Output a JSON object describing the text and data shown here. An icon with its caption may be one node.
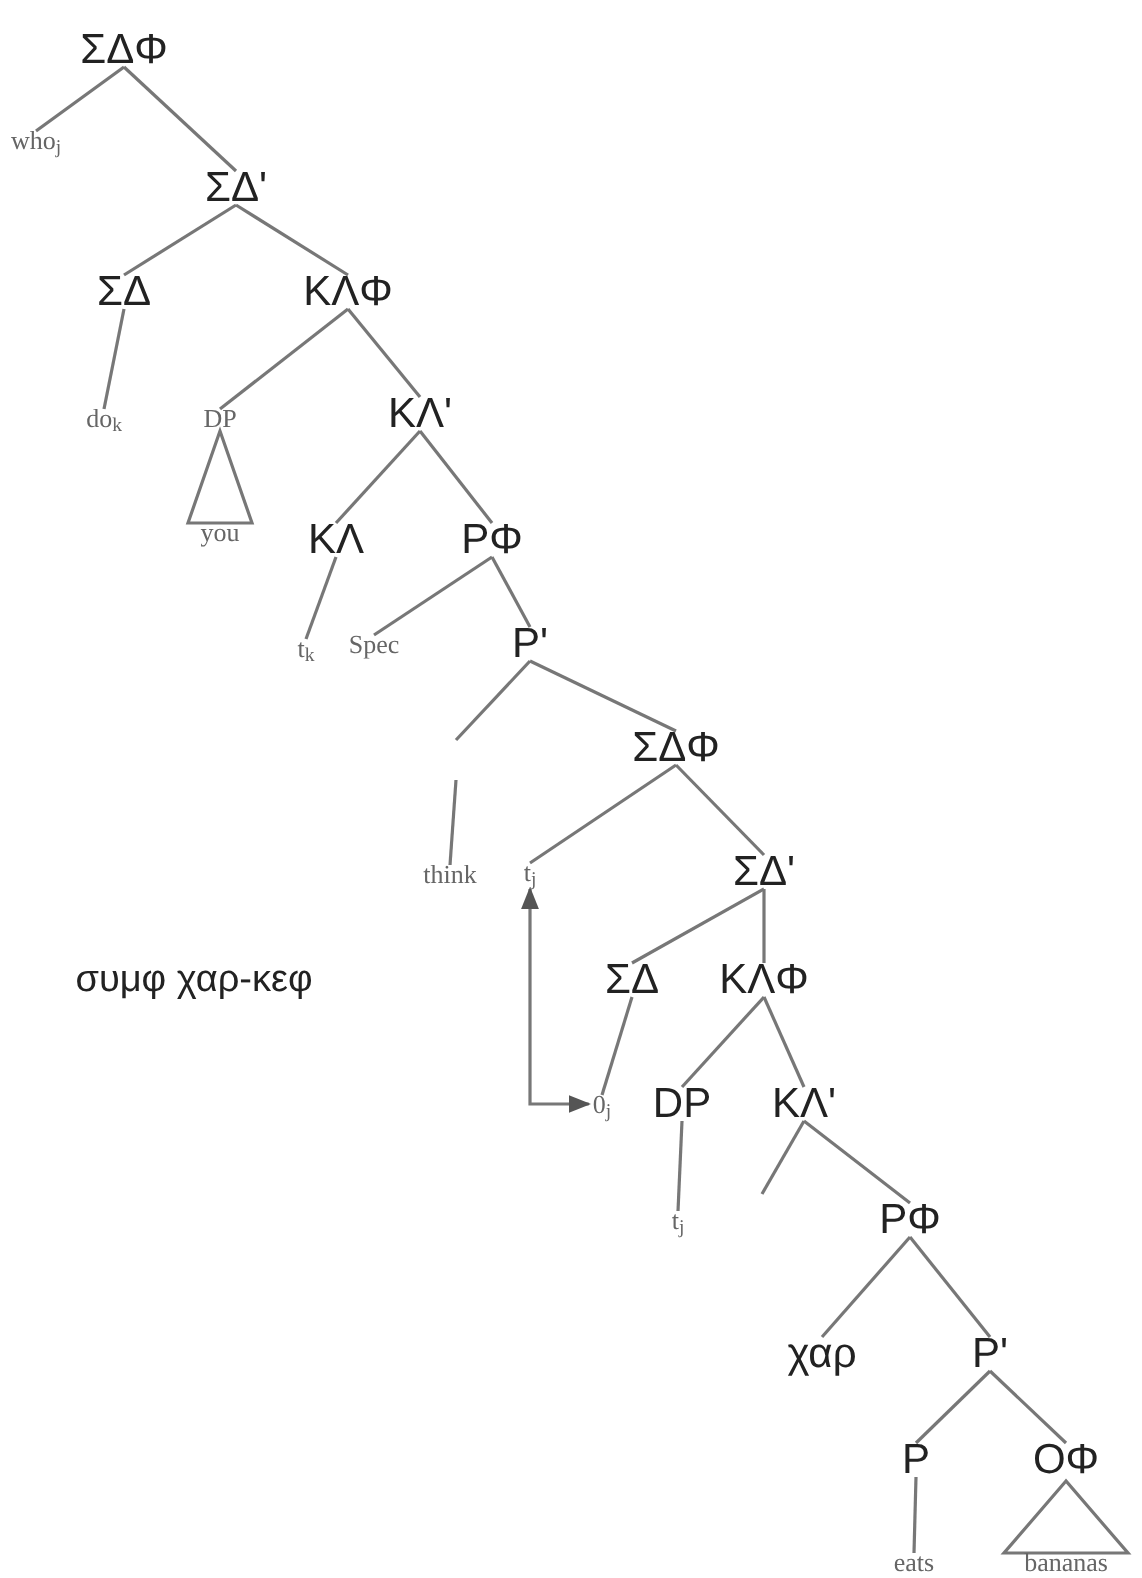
{
  "diagram": {
    "nodes": [
      {
        "text": [
          "ΣΔΦ"
        ]
      },
      {
        "text": [
          "who$_{j}$"
        ]
      },
      {
        "text": [
          "ΣΔ'"
        ]
      },
      {
        "text": [
          "ΣΔ"
        ]
      },
      {
        "text": [
          "ΚΛΦ"
        ]
      },
      {
        "text": [
          "do$_{k}$"
        ]
      },
      {
        "text": [
          "DP"
        ]
      },
      {
        "text": [
          "you"
        ]
      },
      {
        "text": [
          "ΚΛ'"
        ]
      },
      {
        "text": [
          "ΚΛ"
        ]
      },
      {
        "text": [
          "ΡΦ"
        ]
      },
      {
        "text": [
          "t$_{k}$"
        ]
      },
      {
        "text": [
          "Spec"
        ]
      },
      {
        "text": [
          "P'"
        ]
      },
      {
        "text": [
          "ΣΔΦ"
        ]
      },
      {
        "text": [
          "think"
        ]
      },
      {
        "text": [
          "t$_{j}$"
        ]
      },
      {
        "text": [
          "ΣΔ'"
        ]
      },
      {
        "text": [
          "ΣΔ"
        ]
      },
      {
        "text": [
          "ΚΛΦ"
        ]
      },
      {
        "text": [
          "0$_{j}$"
        ]
      },
      {
        "text": [
          "DP"
        ]
      },
      {
        "text": [
          "ΚΛ'"
        ]
      },
      {
        "text": [
          "t$_{j}$"
        ]
      },
      {
        "text": [
          "ΡΦ"
        ]
      },
      {
        "text": [
          "χαρ"
        ]
      },
      {
        "text": [
          "P'"
        ]
      },
      {
        "text": [
          "P"
        ]
      },
      {
        "text": [
          "ΟΦ"
        ]
      },
      {
        "text": [
          "eats"
        ]
      },
      {
        "text": [
          "bananas"
        ]
      }
    ],
    "edges": [
      {
        "from": 0,
        "to": 1,
        "arrow": "none"
      },
      {
        "from": 0,
        "to": 2,
        "arrow": "none"
      },
      {
        "from": 2,
        "to": 3,
        "arrow": "none"
      },
      {
        "from": 2,
        "to": 4,
        "arrow": "none"
      },
      {
        "from": 3,
        "to": 5,
        "arrow": "none"
      },
      {
        "from": 4,
        "to": 6,
        "arrow": "none"
      },
      {
        "from": 4,
        "to": 8,
        "arrow": "none"
      },
      {
        "from": 6,
        "to": 7,
        "arrow": "none"
      },
      {
        "from": 8,
        "to": 9,
        "arrow": "none"
      },
      {
        "from": 8,
        "to": 10,
        "arrow": "none"
      },
      {
        "from": 9,
        "to": 11,
        "arrow": "none"
      },
      {
        "from": 10,
        "to": 12,
        "arrow": "none"
      },
      {
        "from": 10,
        "to": 13,
        "arrow": "none"
      },
      {
        "from": 13,
        "to": null,
        "arrow": "none"
      },
      {
        "from": null,
        "to": 15,
        "arrow": "none"
      },
      {
        "from": 13,
        "to": 14,
        "arrow": "none"
      },
      {
        "from": 14,
        "to": 16,
        "arrow": "none"
      },
      {
        "from": 14,
        "to": 17,
        "arrow": "none"
      },
      {
        "from": 17,
        "to": 18,
        "arrow": "none"
      },
      {
        "from": 17,
        "to": 19,
        "arrow": "none"
      },
      {
        "from": 18,
        "to": 20,
        "arrow": "none"
      },
      {
        "from": 19,
        "to": 21,
        "arrow": "none"
      },
      {
        "from": 19,
        "to": 22,
        "arrow": "none"
      },
      {
        "from": 21,
        "to": 23,
        "arrow": "none"
      },
      {
        "from": 22,
        "to": null,
        "arrow": "none"
      },
      {
        "from": 22,
        "to": 24,
        "arrow": "none"
      },
      {
        "from": 24,
        "to": 25,
        "arrow": "none"
      },
      {
        "from": 24,
        "to": 26,
        "arrow": "none"
      },
      {
        "from": 26,
        "to": 27,
        "arrow": "none"
      },
      {
        "from": 26,
        "to": 28,
        "arrow": "none"
      },
      {
        "from": 27,
        "to": 29,
        "arrow": "none"
      },
      {
        "from": 28,
        "to": 30,
        "arrow": "none"
      },
      {
        "from": 20,
        "to": 16,
        "arrow": "both"
      }
    ],
    "labels": [
      "συμφ χαρ-κεφ"
    ]
  }
}
